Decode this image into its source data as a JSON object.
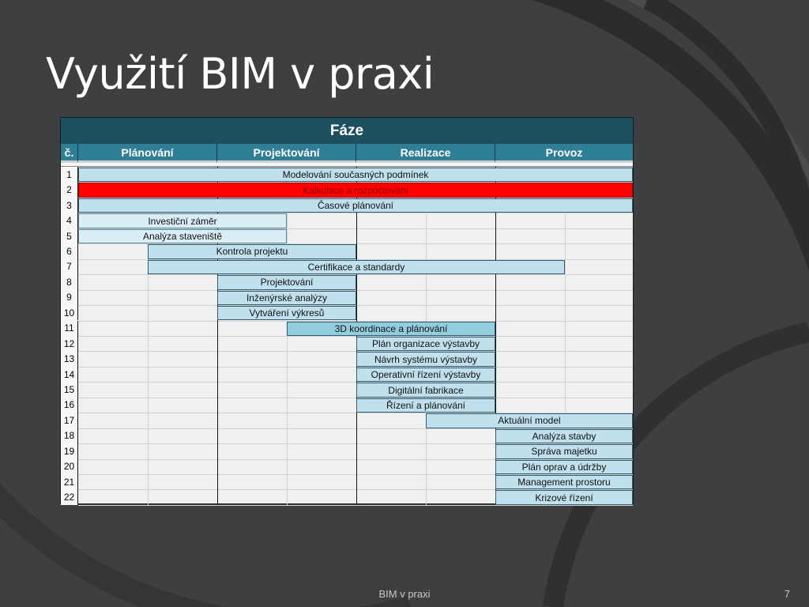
{
  "title": "Využití BIM v praxi",
  "table": {
    "phase_header": "Fáze",
    "columns": [
      "č.",
      "Plánování",
      "Projektování",
      "Realizace",
      "Provoz"
    ],
    "rows": [
      {
        "n": "1",
        "label": "Modelování současných podmínek",
        "start": 0,
        "end": 8,
        "style": "light"
      },
      {
        "n": "2",
        "label": "Kalkulace a rozpočtování",
        "start": 0,
        "end": 8,
        "style": "red"
      },
      {
        "n": "3",
        "label": "Časové plánování",
        "start": 0,
        "end": 8,
        "style": "light"
      },
      {
        "n": "4",
        "label": "Investiční záměr",
        "start": 0,
        "end": 3,
        "style": "pale"
      },
      {
        "n": "5",
        "label": "Analýza staveniště",
        "start": 0,
        "end": 3,
        "style": "pale"
      },
      {
        "n": "6",
        "label": "Kontrola projektu",
        "start": 1,
        "end": 4,
        "style": "light"
      },
      {
        "n": "7",
        "label": "Certifikace a standardy",
        "start": 1,
        "end": 7,
        "style": "light"
      },
      {
        "n": "8",
        "label": "Projektování",
        "start": 2,
        "end": 4,
        "style": "light"
      },
      {
        "n": "9",
        "label": "Inženýrské analýzy",
        "start": 2,
        "end": 4,
        "style": "light"
      },
      {
        "n": "10",
        "label": "Vytváření výkresů",
        "start": 2,
        "end": 4,
        "style": "light"
      },
      {
        "n": "11",
        "label": "3D koordinace a plánování",
        "start": 3,
        "end": 6,
        "style": "mid"
      },
      {
        "n": "12",
        "label": "Plán organizace výstavby",
        "start": 4,
        "end": 6,
        "style": "light"
      },
      {
        "n": "13",
        "label": "Návrh systému výstavby",
        "start": 4,
        "end": 6,
        "style": "light"
      },
      {
        "n": "14",
        "label": "Operativní řízení výstavby",
        "start": 4,
        "end": 6,
        "style": "light"
      },
      {
        "n": "15",
        "label": "Digitální fabrikace",
        "start": 4,
        "end": 6,
        "style": "light"
      },
      {
        "n": "16",
        "label": "Řízení a plánování",
        "start": 4,
        "end": 6,
        "style": "light"
      },
      {
        "n": "17",
        "label": "Aktuální model",
        "start": 5,
        "end": 8,
        "style": "light"
      },
      {
        "n": "18",
        "label": "Analýza stavby",
        "start": 6,
        "end": 8,
        "style": "light"
      },
      {
        "n": "19",
        "label": "Správa majetku",
        "start": 6,
        "end": 8,
        "style": "light"
      },
      {
        "n": "20",
        "label": "Plán oprav a údržby",
        "start": 6,
        "end": 8,
        "style": "light"
      },
      {
        "n": "21",
        "label": "Management prostoru",
        "start": 6,
        "end": 8,
        "style": "light"
      },
      {
        "n": "22",
        "label": "Krizové řízení",
        "start": 6,
        "end": 8,
        "style": "light"
      }
    ]
  },
  "footer": {
    "center_text": "BIM v praxi",
    "page_number": "7"
  },
  "colors": {
    "background": "#3d3f40",
    "header_dark": "#1d4f5f",
    "header_teal": "#2e7f96",
    "bar_light": "#bfe0ec",
    "bar_mid": "#92cddf",
    "bar_red": "#ff0000"
  }
}
